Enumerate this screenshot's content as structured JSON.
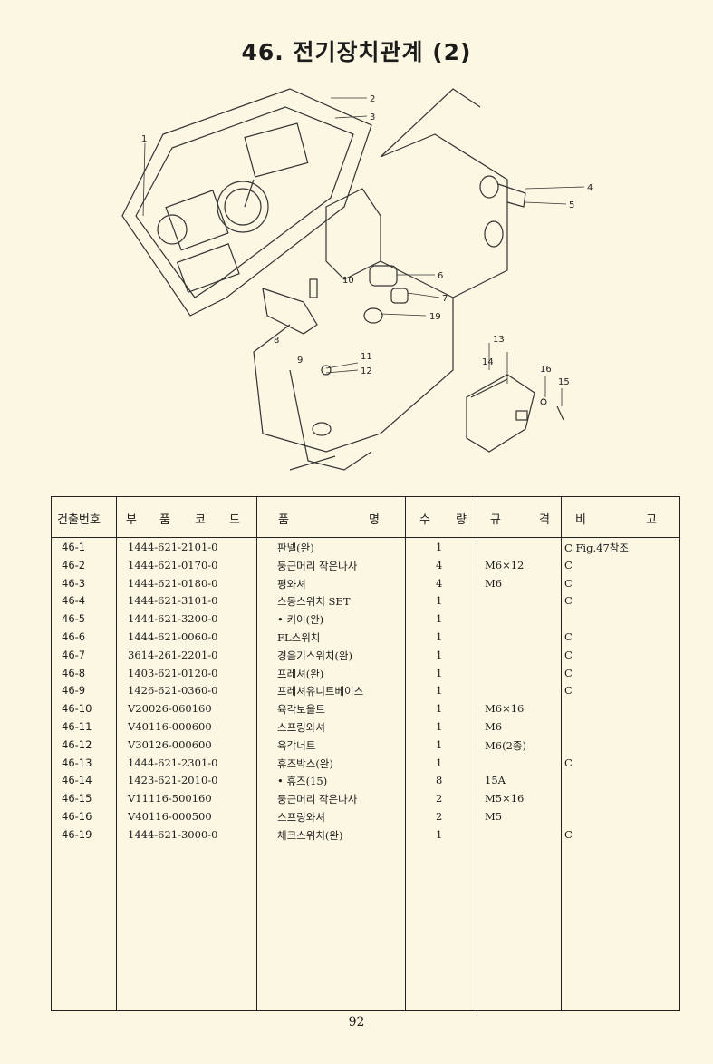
{
  "page": {
    "title": "46. 전기장치관계 (2)",
    "page_number": "92"
  },
  "diagram": {
    "callouts": [
      "1",
      "2",
      "3",
      "4",
      "5",
      "6",
      "7",
      "8",
      "9",
      "10",
      "11",
      "12",
      "13",
      "14",
      "15",
      "16",
      "19"
    ]
  },
  "table": {
    "headers": {
      "no": "건출번호",
      "code": [
        "부",
        "품",
        "코",
        "드"
      ],
      "name": [
        "품",
        "명"
      ],
      "qty": [
        "수",
        "량"
      ],
      "spec": [
        "규",
        "격"
      ],
      "note": [
        "비",
        "고"
      ]
    },
    "rows": [
      {
        "no": "46-1",
        "code": "1444-621-2101-0",
        "name": "판넬(완)",
        "qty": "1",
        "spec": "",
        "note": "C Fig.47참조"
      },
      {
        "no": "46-2",
        "code": "1444-621-0170-0",
        "name": "둥근머리 작은나사",
        "qty": "4",
        "spec": "M6×12",
        "note": "C"
      },
      {
        "no": "46-3",
        "code": "1444-621-0180-0",
        "name": "평와셔",
        "qty": "4",
        "spec": "M6",
        "note": "C"
      },
      {
        "no": "46-4",
        "code": "1444-621-3101-0",
        "name": "스동스위치 SET",
        "qty": "1",
        "spec": "",
        "note": "C"
      },
      {
        "no": "46-5",
        "code": "1444-621-3200-0",
        "name": "• 키이(완)",
        "qty": "1",
        "spec": "",
        "note": ""
      },
      {
        "no": "46-6",
        "code": "1444-621-0060-0",
        "name": "FL스위치",
        "qty": "1",
        "spec": "",
        "note": "C"
      },
      {
        "no": "46-7",
        "code": "3614-261-2201-0",
        "name": "경음기스위치(완)",
        "qty": "1",
        "spec": "",
        "note": "C"
      },
      {
        "no": "46-8",
        "code": "1403-621-0120-0",
        "name": "프레셔(완)",
        "qty": "1",
        "spec": "",
        "note": "C"
      },
      {
        "no": "46-9",
        "code": "1426-621-0360-0",
        "name": "프레셔유니트베이스",
        "qty": "1",
        "spec": "",
        "note": "C"
      },
      {
        "no": "46-10",
        "code": "V20026-060160",
        "name": "육각보올트",
        "qty": "1",
        "spec": "M6×16",
        "note": ""
      },
      {
        "no": "46-11",
        "code": "V40116-000600",
        "name": "스프링와셔",
        "qty": "1",
        "spec": "M6",
        "note": ""
      },
      {
        "no": "46-12",
        "code": "V30126-000600",
        "name": "육각너트",
        "qty": "1",
        "spec": "M6(2종)",
        "note": ""
      },
      {
        "no": "46-13",
        "code": "1444-621-2301-0",
        "name": "휴즈박스(완)",
        "qty": "1",
        "spec": "",
        "note": "C"
      },
      {
        "no": "46-14",
        "code": "1423-621-2010-0",
        "name": "• 휴즈(15)",
        "qty": "8",
        "spec": "15A",
        "note": ""
      },
      {
        "no": "46-15",
        "code": "V11116-500160",
        "name": "둥근머리 작은나사",
        "qty": "2",
        "spec": "M5×16",
        "note": ""
      },
      {
        "no": "46-16",
        "code": "V40116-000500",
        "name": "스프링와셔",
        "qty": "2",
        "spec": "M5",
        "note": ""
      },
      {
        "no": "46-19",
        "code": "1444-621-3000-0",
        "name": "체크스위치(완)",
        "qty": "1",
        "spec": "",
        "note": "C"
      }
    ]
  }
}
